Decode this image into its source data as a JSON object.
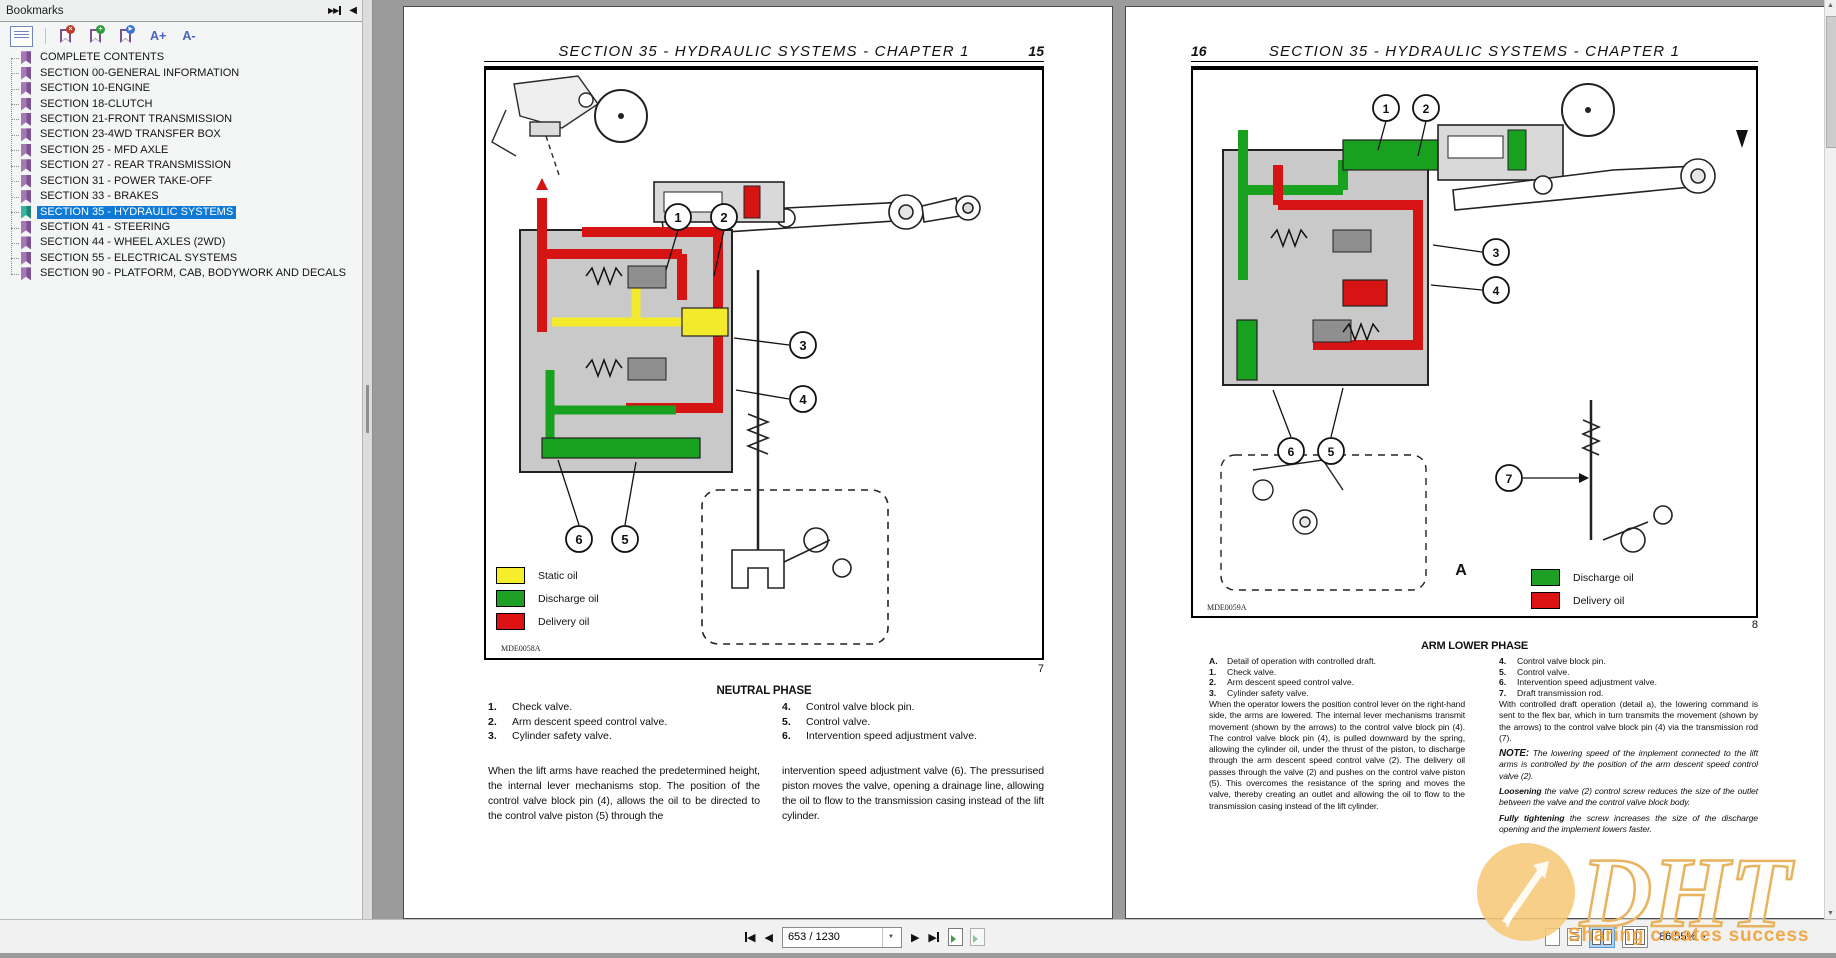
{
  "sidebar": {
    "title": "Bookmarks",
    "font_increase": "A+",
    "font_decrease": "A-",
    "items": [
      {
        "label": "COMPLETE CONTENTS",
        "selected": false
      },
      {
        "label": "SECTION 00-GENERAL INFORMATION",
        "selected": false
      },
      {
        "label": "SECTION 10-ENGINE",
        "selected": false
      },
      {
        "label": "SECTION 18-CLUTCH",
        "selected": false
      },
      {
        "label": "SECTION 21-FRONT TRANSMISSION",
        "selected": false
      },
      {
        "label": "SECTION 23-4WD TRANSFER BOX",
        "selected": false
      },
      {
        "label": "SECTION 25 - MFD AXLE",
        "selected": false
      },
      {
        "label": "SECTION 27 - REAR TRANSMISSION",
        "selected": false
      },
      {
        "label": "SECTION 31 - POWER TAKE-OFF",
        "selected": false
      },
      {
        "label": "SECTION 33 - BRAKES",
        "selected": false
      },
      {
        "label": "SECTION 35 - HYDRAULIC SYSTEMS",
        "selected": true
      },
      {
        "label": "SECTION 41 - STEERING",
        "selected": false
      },
      {
        "label": "SECTION 44 - WHEEL AXLES (2WD)",
        "selected": false
      },
      {
        "label": "SECTION 55 - ELECTRICAL SYSTEMS",
        "selected": false
      },
      {
        "label": "SECTION 90 - PLATFORM, CAB, BODYWORK AND DECALS",
        "selected": false
      }
    ]
  },
  "icons": {
    "collapse_panel": "▶▶",
    "hide_panel": "◀",
    "first_page": "◀",
    "prev_page": "◀",
    "next_page": "▶",
    "last_page": "▶",
    "dropdown_caret": "▼",
    "scroll_up": "▲",
    "scroll_down": "▼"
  },
  "pages": {
    "left": {
      "page_number": "15",
      "header_title": "SECTION 35 - HYDRAULIC SYSTEMS - CHAPTER 1",
      "figure_label": "MDE0058A",
      "figure_number": "7",
      "legend": [
        {
          "label": "Static oil",
          "color": "#f6ee2d"
        },
        {
          "label": "Discharge oil",
          "color": "#1da023"
        },
        {
          "label": "Delivery oil",
          "color": "#dd1212"
        }
      ],
      "callouts": [
        "1",
        "2",
        "3",
        "4",
        "5",
        "6"
      ],
      "heading": "NEUTRAL PHASE",
      "items_left": [
        {
          "n": "1.",
          "t": "Check valve."
        },
        {
          "n": "2.",
          "t": "Arm descent speed control valve."
        },
        {
          "n": "3.",
          "t": "Cylinder safety valve."
        }
      ],
      "items_right": [
        {
          "n": "4.",
          "t": "Control valve block pin."
        },
        {
          "n": "5.",
          "t": "Control valve."
        },
        {
          "n": "6.",
          "t": "Intervention speed adjustment valve."
        }
      ],
      "para_left": "When the lift arms have reached the predetermined height, the internal lever mechanisms stop. The position of the control valve block pin (4), allows the oil to be directed to the control valve piston (5) through the",
      "para_right": "intervention speed adjustment valve (6). The pressurised piston moves the valve, opening a drainage line, allowing the oil to flow to the transmission casing instead of the lift cylinder."
    },
    "right": {
      "page_number": "16",
      "header_title": "SECTION 35 - HYDRAULIC SYSTEMS - CHAPTER 1",
      "figure_label": "MDE0059A",
      "figure_number": "8",
      "detail_label": "A",
      "legend": [
        {
          "label": "Discharge oil",
          "color": "#1da023"
        },
        {
          "label": "Delivery oil",
          "color": "#dd1212"
        }
      ],
      "callouts": [
        "1",
        "2",
        "3",
        "4",
        "5",
        "6",
        "7"
      ],
      "heading": "ARM LOWER PHASE",
      "items_left": [
        {
          "n": "A.",
          "t": "Detail of operation with controlled draft."
        },
        {
          "n": "1.",
          "t": "Check valve."
        },
        {
          "n": "2.",
          "t": "Arm descent speed control valve."
        },
        {
          "n": "3.",
          "t": "Cylinder safety valve."
        }
      ],
      "items_right": [
        {
          "n": "4.",
          "t": "Control valve block pin."
        },
        {
          "n": "5.",
          "t": "Control valve."
        },
        {
          "n": "6.",
          "t": "Intervention speed adjustment valve."
        },
        {
          "n": "7.",
          "t": "Draft transmission rod."
        }
      ],
      "para_left": "When the operator lowers the position control lever on the right-hand side, the arms are lowered. The internal lever mechanisms transmit movement (shown by the arrows) to the control valve block pin (4). The control valve block pin (4), is pulled downward by the spring, allowing the cylinder oil, under the thrust of the piston, to discharge through the arm descent speed control valve (2). The delivery oil passes through the valve (2) and pushes on the control valve piston (5). This overcomes the resistance of the spring and moves the valve, thereby creating an outlet and allowing the oil to flow to the transmission casing instead of the lift cylinder.",
      "para_right_intro": "With controlled draft operation (detail a), the lowering command is sent to the flex bar, which in turn transmits the movement (shown by the arrows) to the control valve block pin (4) via the transmission rod (7).",
      "note_label": "NOTE:",
      "note_text": "The lowering speed of the implement connected to the lift arms is controlled by the position of the arm descent speed control valve (2).",
      "loosening_label": "Loosening",
      "loosening_text": "the valve (2) control screw reduces the size of the outlet between the valve and the control valve block body.",
      "fully_label": "Fully tightening",
      "fully_text": "the screw increases the size of the discharge opening and the implement lowers faster."
    }
  },
  "bottom_toolbar": {
    "page_field_value": "653 / 1230",
    "zoom_level": "86.55%"
  },
  "watermark": {
    "brand": "DHT",
    "slogan": "Sharing creates success"
  },
  "colors": {
    "selection_blue": "#0e7ad6",
    "static_oil_yellow": "#f6ee2d",
    "discharge_oil_green": "#1da023",
    "delivery_oil_red": "#dd1212",
    "watermark_orange": "#f0a23a",
    "document_background": "#9b9b9b"
  }
}
